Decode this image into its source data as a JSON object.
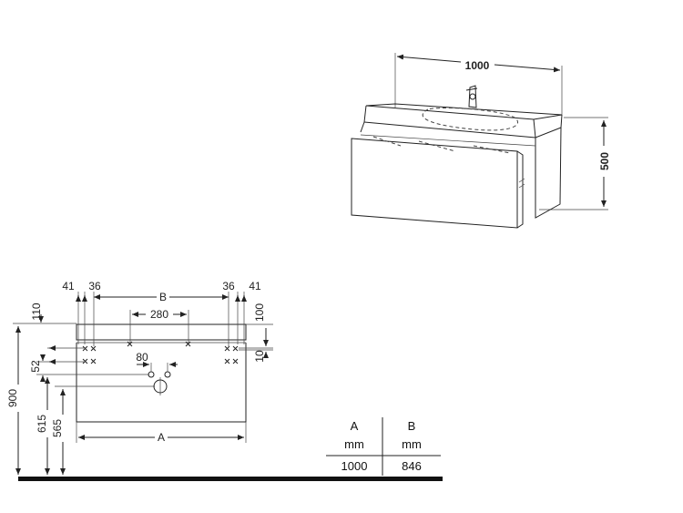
{
  "perspective": {
    "width_label": "1000",
    "height_label": "500"
  },
  "front": {
    "labels": {
      "left_41": "41",
      "left_36": "36",
      "b": "B",
      "right_36": "36",
      "right_41": "41",
      "d280": "280",
      "d110": "110",
      "d100": "100",
      "d10": "10",
      "d52": "52",
      "d80": "80",
      "d900": "900",
      "d615": "615",
      "d565": "565",
      "a": "A"
    }
  },
  "table": {
    "headers": [
      "A",
      "B"
    ],
    "units": [
      "mm",
      "mm"
    ],
    "rows": [
      [
        "1000",
        "846"
      ]
    ]
  }
}
